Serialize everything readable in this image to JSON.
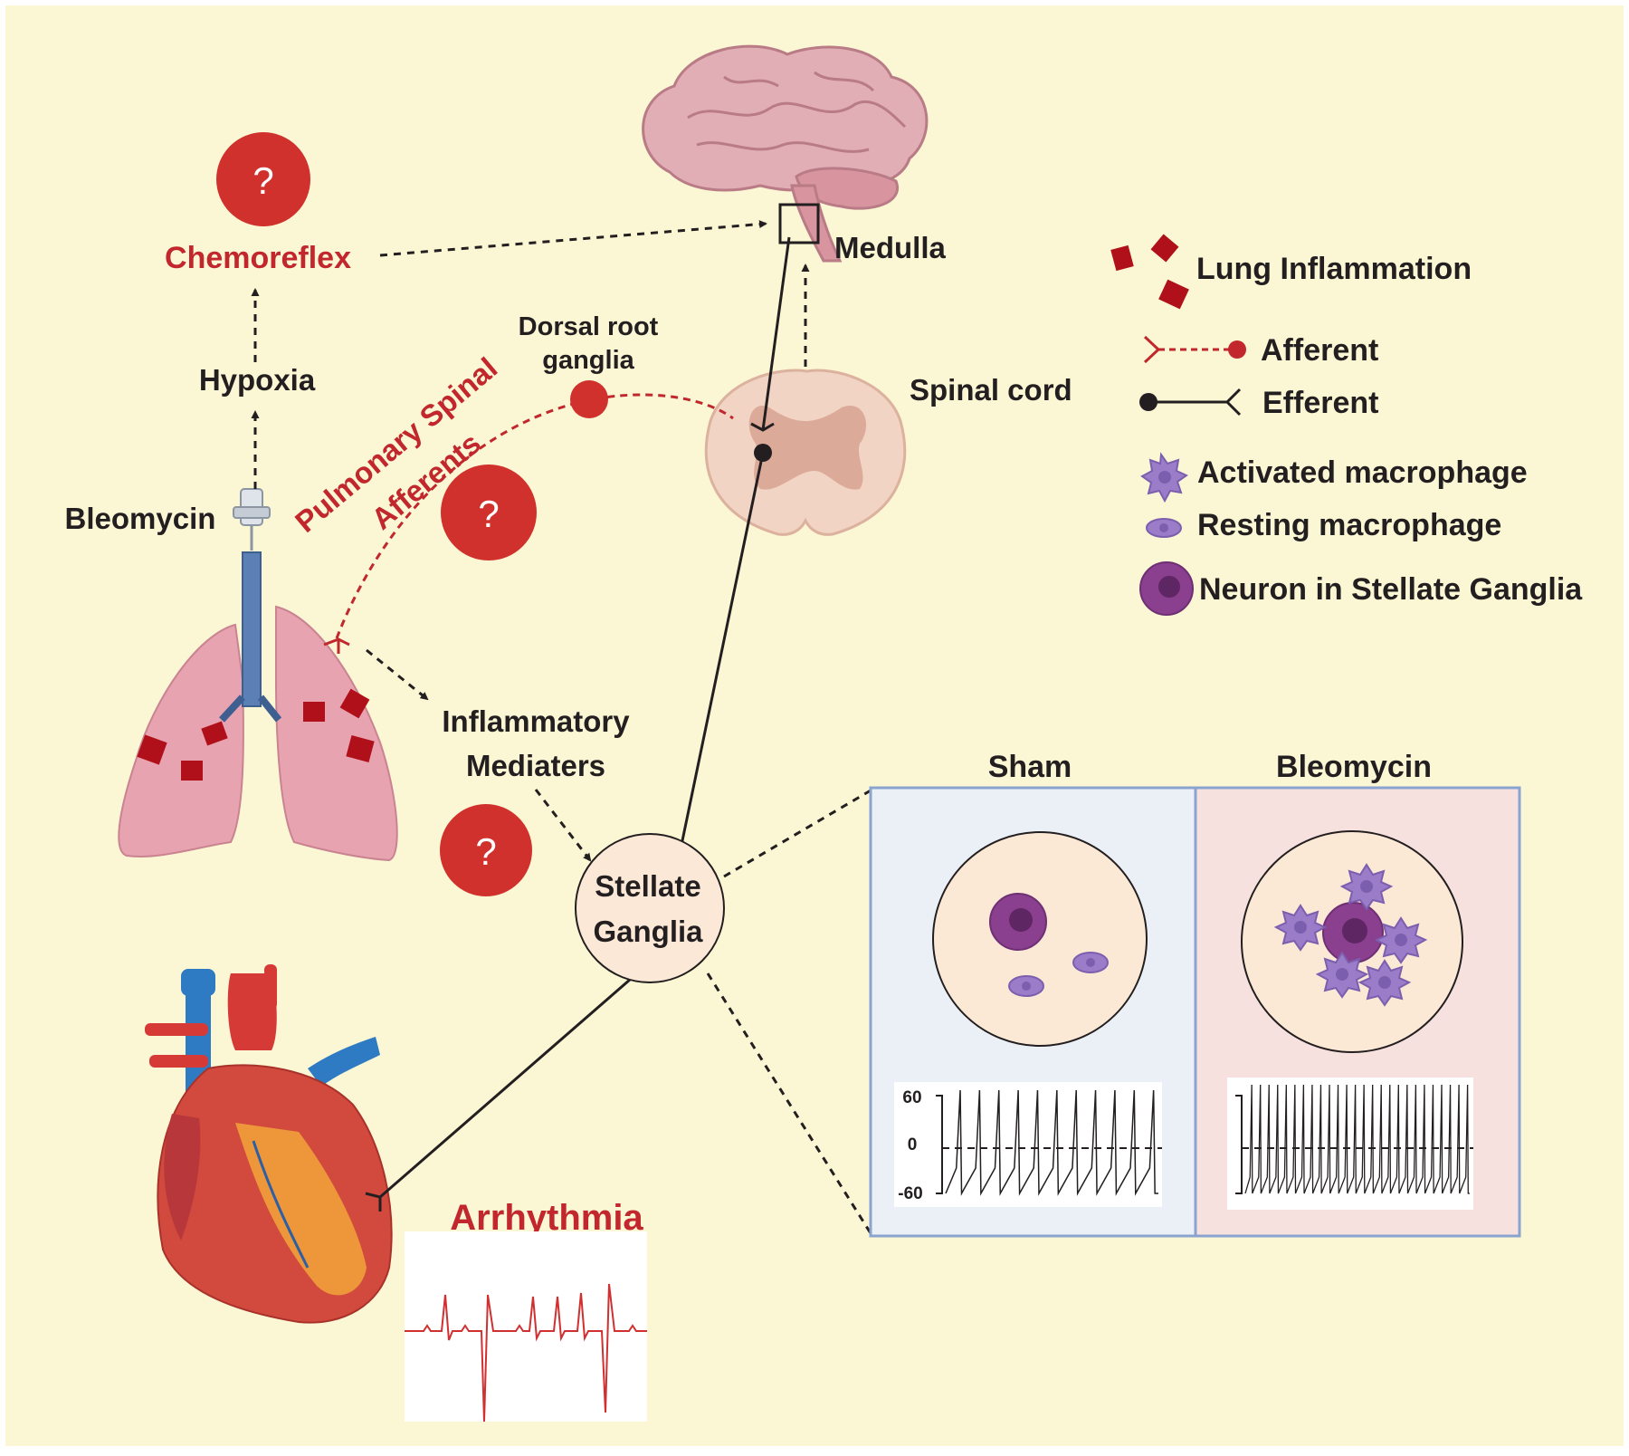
{
  "colors": {
    "background": "#fbf7d4",
    "accent_red": "#c1272d",
    "afferent": "#c1272d",
    "efferent": "#231f20",
    "sham_panel": "#eaf0f6",
    "bleomycin_panel": "#f7e1df",
    "macrophage": "#9b7cc9",
    "neuron": "#8a3f8f"
  },
  "labels": {
    "chemoreflex": "Chemoreflex",
    "hypoxia": "Hypoxia",
    "bleomycin": "Bleomycin",
    "dorsal_root_line1": "Dorsal root",
    "dorsal_root_line2": "ganglia",
    "pulmonary_line1": "Pulmonary Spinal",
    "pulmonary_line2": "Afferents",
    "medulla": "Medulla",
    "spinal_cord": "Spinal cord",
    "inflammatory_line1": "Inflammatory",
    "inflammatory_line2": "Mediaters",
    "stellate_line1": "Stellate",
    "stellate_line2": "Ganglia",
    "arrhythmia": "Arrhythmia",
    "question": "?"
  },
  "legend": {
    "lung_inflammation": "Lung Inflammation",
    "afferent": "Afferent",
    "efferent": "Efferent",
    "activated_macrophage": "Activated macrophage",
    "resting_macrophage": "Resting macrophage",
    "neuron": "Neuron in Stellate Ganglia"
  },
  "panels": {
    "sham_title": "Sham",
    "bleomycin_title": "Bleomycin",
    "ticks": [
      "60",
      "0",
      "-60"
    ]
  },
  "icons": [
    "brain-icon",
    "spinal-cord-icon",
    "lungs-icon",
    "heart-icon",
    "syringe-icon",
    "neuron-icon",
    "macrophage-icon"
  ]
}
